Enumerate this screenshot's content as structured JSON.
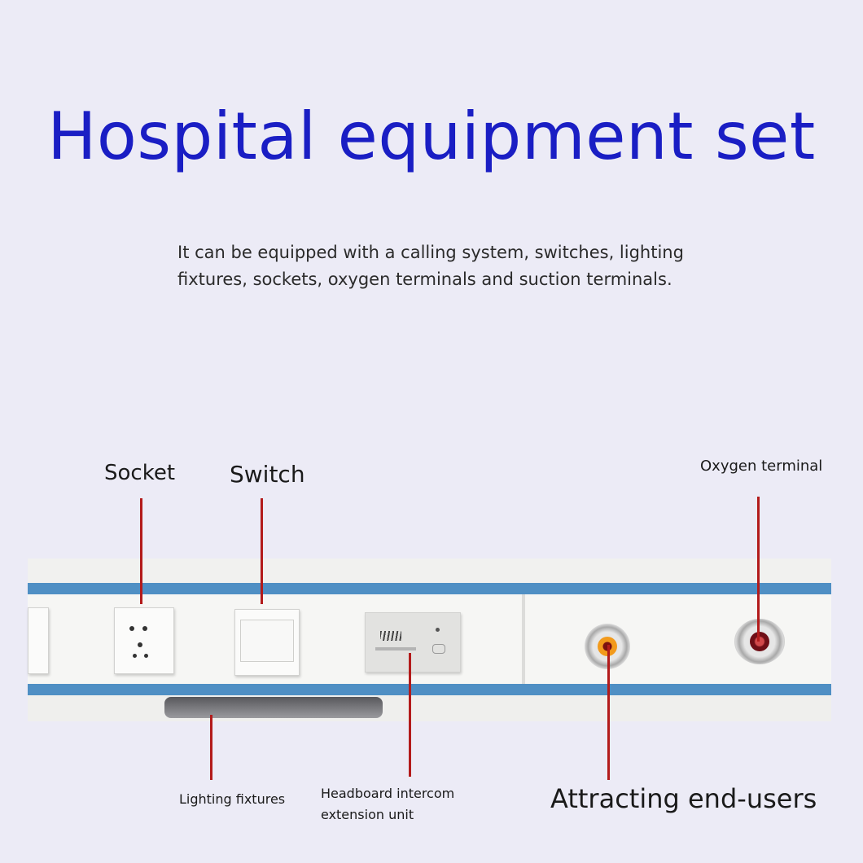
{
  "title": "Hospital equipment set",
  "subtitle": "It can be equipped with a calling system, switches, lighting fixtures, sockets, oxygen terminals and suction terminals.",
  "labels": {
    "socket": "Socket",
    "switch": "Switch",
    "oxygen_terminal": "Oxygen terminal",
    "lighting_fixtures": "Lighting fixtures",
    "headboard_intercom": "Headboard intercom extension unit",
    "attracting": "Attracting end-users"
  },
  "colors": {
    "title": "#1a1ec4",
    "rail_stripe": "#4f8fc4",
    "leader_line": "#b31b1b",
    "background": "#ecebf6"
  },
  "icons": [
    "socket-icon",
    "switch-icon",
    "intercom-icon",
    "suction-terminal-icon",
    "oxygen-terminal-icon",
    "lighting-strip-icon"
  ]
}
